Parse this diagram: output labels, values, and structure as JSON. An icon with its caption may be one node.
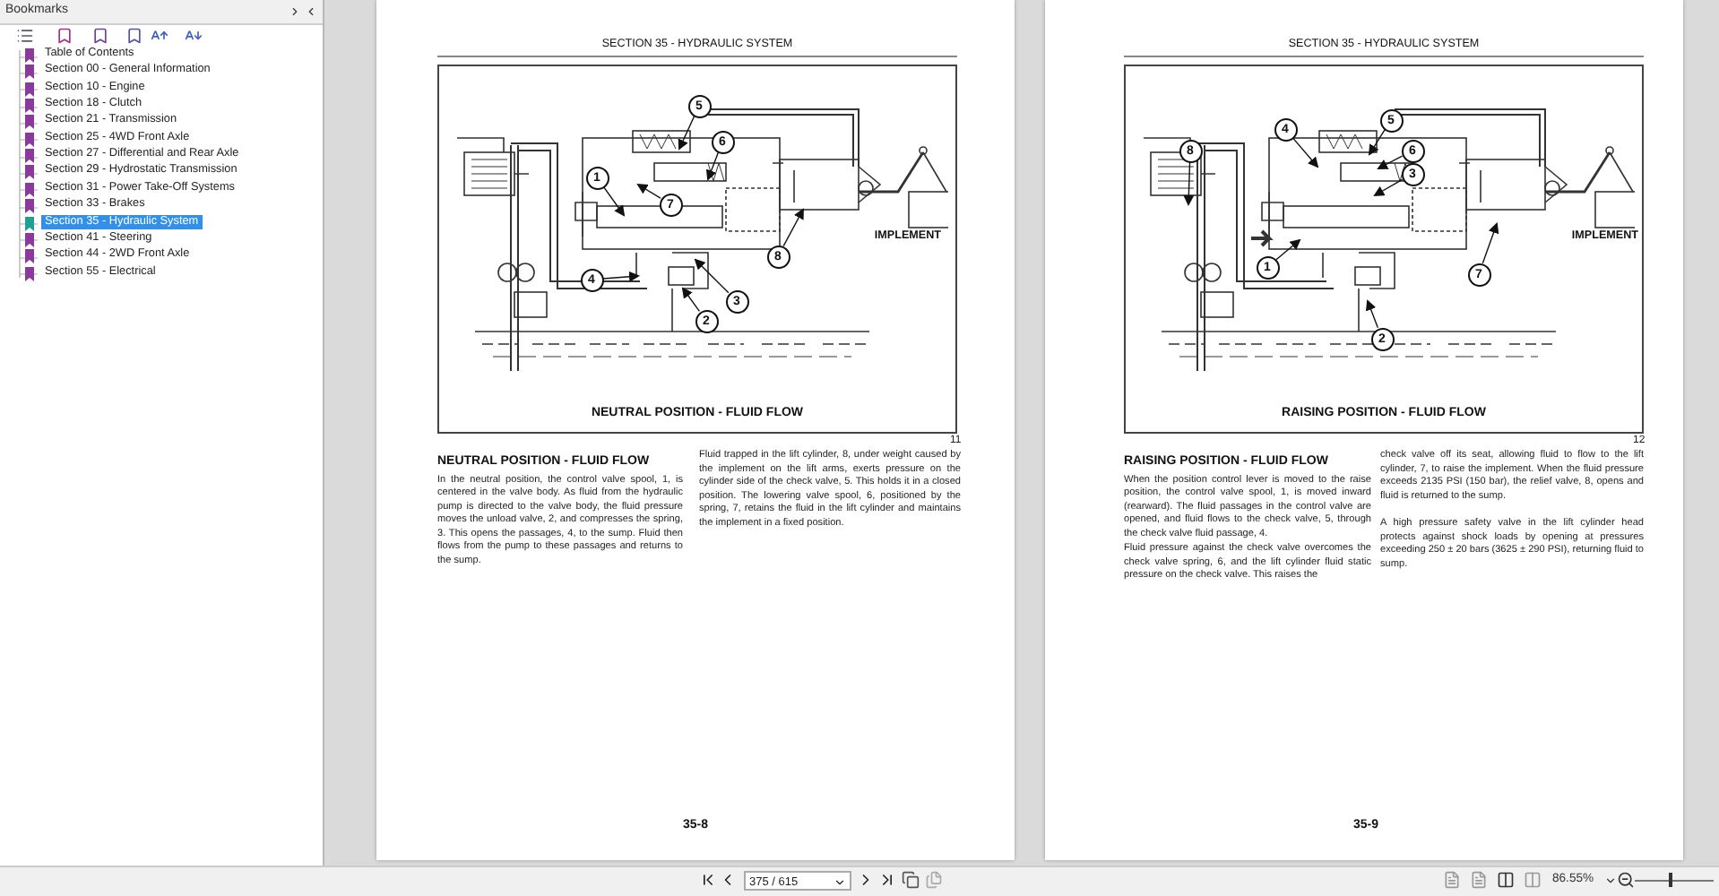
{
  "diagram": {
    "nodes": [
      {
        "text": [
          "IMPLEMENT",
          "NEUTRAL POSITION - FLUID FLOW"
        ]
      },
      {
        "text": [
          "5"
        ],
        "in": 0
      },
      {
        "text": [
          "6"
        ],
        "in": 0
      },
      {
        "text": [
          "1"
        ],
        "in": 0
      },
      {
        "text": [
          "7"
        ],
        "in": 0
      },
      {
        "text": [
          "8"
        ],
        "in": 0
      },
      {
        "text": [
          "4"
        ],
        "in": 0
      },
      {
        "text": [
          "3"
        ],
        "in": 0
      },
      {
        "text": [
          "2"
        ],
        "in": 0
      },
      {
        "text": [
          "IMPLEMENT",
          "RAISING POSITION - FLUID FLOW"
        ]
      },
      {
        "text": [
          "4"
        ],
        "in": 9
      },
      {
        "text": [
          "5"
        ],
        "in": 9
      },
      {
        "text": [
          "6"
        ],
        "in": 9
      },
      {
        "text": [
          "8"
        ],
        "in": 9
      },
      {
        "text": [
          "3"
        ],
        "in": 9
      },
      {
        "text": [
          "1"
        ],
        "in": 9
      },
      {
        "text": [
          "7"
        ],
        "in": 9
      },
      {
        "text": [
          "2"
        ],
        "in": 9
      }
    ],
    "edges": [
      {
        "from": 1,
        "to": null,
        "arrow": "to"
      },
      {
        "from": 2,
        "to": null,
        "arrow": "to"
      },
      {
        "from": 3,
        "to": null,
        "arrow": "to"
      },
      {
        "from": 4,
        "to": null,
        "arrow": "to"
      },
      {
        "from": 5,
        "to": null,
        "arrow": "to"
      },
      {
        "from": 6,
        "to": null,
        "arrow": "to"
      },
      {
        "from": 7,
        "to": null,
        "arrow": "to"
      },
      {
        "from": 8,
        "to": null,
        "arrow": "to"
      },
      {
        "from": 10,
        "to": null,
        "arrow": "to"
      },
      {
        "from": 11,
        "to": null,
        "arrow": "to"
      },
      {
        "from": 12,
        "to": null,
        "arrow": "to"
      },
      {
        "from": 13,
        "to": null,
        "arrow": "to"
      },
      {
        "from": 14,
        "to": null,
        "arrow": "to"
      },
      {
        "from": 15,
        "to": null,
        "arrow": "to"
      },
      {
        "from": 16,
        "to": null,
        "arrow": "to"
      },
      {
        "from": 17,
        "to": null,
        "arrow": "to"
      }
    ],
    "labels": [
      "Bookmarks",
      "Table of Contents",
      "Section 00 - General Information",
      "Section 10 - Engine",
      "Section 18 - Clutch",
      "Section 21 - Transmission",
      "Section 25 - 4WD Front Axle",
      "Section 27 - Differential and Rear Axle",
      "Section 29 - Hydrostatic Transmission",
      "Section 31 - Power Take-Off Systems",
      "Section 33 - Brakes",
      "Section 35 - Hydraulic System",
      "Section 41 - Steering",
      "Section 44 - 2WD Front Axle",
      "Section 55 - Electrical",
      "SECTION 35 - HYDRAULIC SYSTEM",
      "11",
      "NEUTRAL POSITION - FLUID FLOW",
      "In the neutral position, the control valve spool, 1, is centered in the valve body. As fluid from the hydraulic pump is directed to the valve body, the fluid pressure moves the unload valve, 2, and compresses the spring, 3. This opens the passages, 4, to the sump. Fluid then flows from the pump to these passages and returns to the sump.",
      "Fluid trapped in the lift cylinder, 8, under weight caused by the implement on the lift arms, exerts pressure on the cylinder side of the check valve, 5. This holds it in a closed position. The lowering valve spool, 6, positioned by the spring, 7, retains the fluid in the lift cylinder and maintains the implement in a fixed position.",
      "35-8",
      "SECTION 35 - HYDRAULIC SYSTEM",
      "12",
      "RAISING POSITION - FLUID FLOW",
      "When the position control lever is moved to the raise position, the control valve spool, 1, is moved inward (rearward). The fluid passages in the control valve are opened, and fluid flows to the check valve, 5, through the check valve fluid passage, 4.",
      "Fluid pressure against the check valve overcomes the check valve spring, 6, and the lift cylinder fluid static pressure on the check valve. This raises the",
      "check valve off its seat, allowing fluid to flow to the lift cylinder, 7, to raise the implement. When the fluid pressure exceeds 2135 PSI (150 bar), the relief valve, 8, opens and fluid is returned to the sump.",
      "A high pressure safety valve in the lift cylinder head protects against shock loads by opening at pressures exceeding 250 ± 20 bars (3625 ± 290 PSI), returning fluid to sump.",
      "35-9",
      "375 / 615",
      "86.55%"
    ]
  }
}
